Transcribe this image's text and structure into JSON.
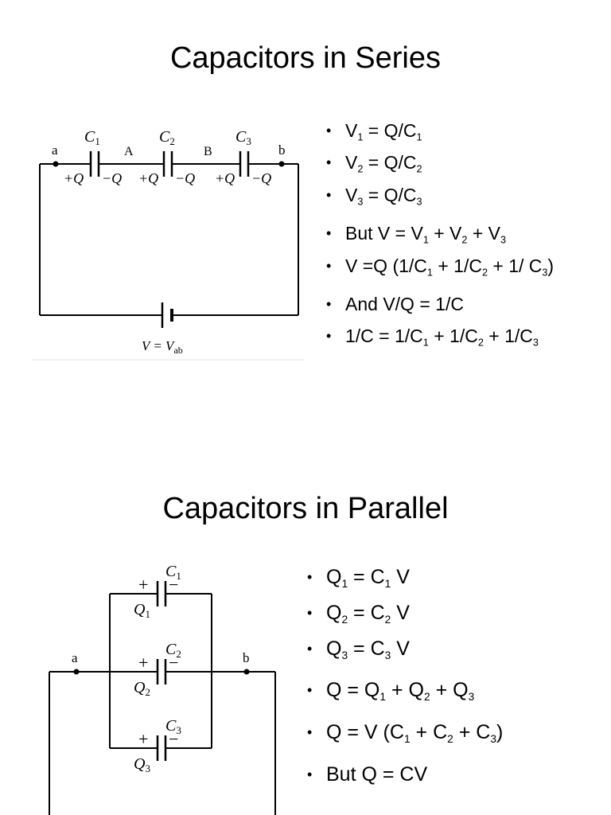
{
  "series": {
    "title": "Capacitors in Series",
    "diagram": {
      "node_a": "a",
      "node_A": "A",
      "node_B": "B",
      "node_b": "b",
      "c1": "C",
      "c1_sub": "1",
      "c2": "C",
      "c2_sub": "2",
      "c3": "C",
      "c3_sub": "3",
      "plus_q": "+Q",
      "minus_q": "−Q",
      "source": "V = V",
      "source_sub": "ab"
    },
    "bullets": [
      {
        "parts": [
          "V",
          "1",
          " = Q/C",
          "1"
        ]
      },
      {
        "parts": [
          "V",
          "2",
          " = Q/C",
          "2"
        ]
      },
      {
        "parts": [
          "V",
          "3",
          " = Q/C",
          "3"
        ]
      },
      {
        "parts": [
          "But V = V",
          "1",
          " + V",
          "2",
          " + V",
          "3"
        ]
      },
      {
        "parts": [
          "V =Q (1/C",
          "1",
          " + 1/C",
          "2",
          " + 1/ C",
          "3",
          ")"
        ]
      },
      {
        "parts": [
          "And V/Q = 1/C"
        ]
      },
      {
        "parts": [
          "1/C = 1/C",
          "1",
          " + 1/C",
          "2",
          " + 1/C",
          "3"
        ]
      }
    ]
  },
  "parallel": {
    "title": "Capacitors in Parallel",
    "diagram": {
      "node_a": "a",
      "node_b": "b",
      "c1": "C",
      "c1_sub": "1",
      "c2": "C",
      "c2_sub": "2",
      "c3": "C",
      "c3_sub": "3",
      "q1": "Q",
      "q1_sub": "1",
      "q2": "Q",
      "q2_sub": "2",
      "q3": "Q",
      "q3_sub": "3",
      "plus": "+",
      "minus": "−"
    },
    "bullets": [
      {
        "parts": [
          "Q",
          "1",
          " = C",
          "1",
          " V"
        ]
      },
      {
        "parts": [
          "Q",
          "2",
          " = C",
          "2",
          " V"
        ]
      },
      {
        "parts": [
          "Q",
          "3",
          " = C",
          "3",
          " V"
        ]
      },
      {
        "parts": [
          "Q = Q",
          "1",
          " + Q",
          "2",
          " + Q",
          "3"
        ]
      },
      {
        "parts": [
          "Q = V (C",
          "1",
          " + C",
          "2",
          " + C",
          "3",
          ")"
        ]
      },
      {
        "parts": [
          "But Q = CV"
        ]
      }
    ]
  }
}
